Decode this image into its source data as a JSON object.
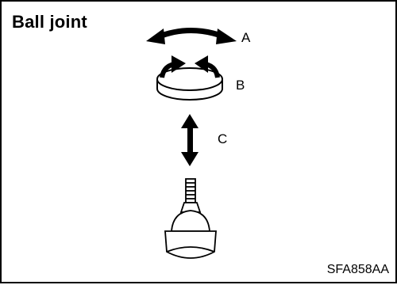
{
  "diagram": {
    "title": "Ball joint",
    "labels": {
      "a": "A",
      "b": "B",
      "c": "C"
    },
    "figure_code": "SFA858AA"
  }
}
